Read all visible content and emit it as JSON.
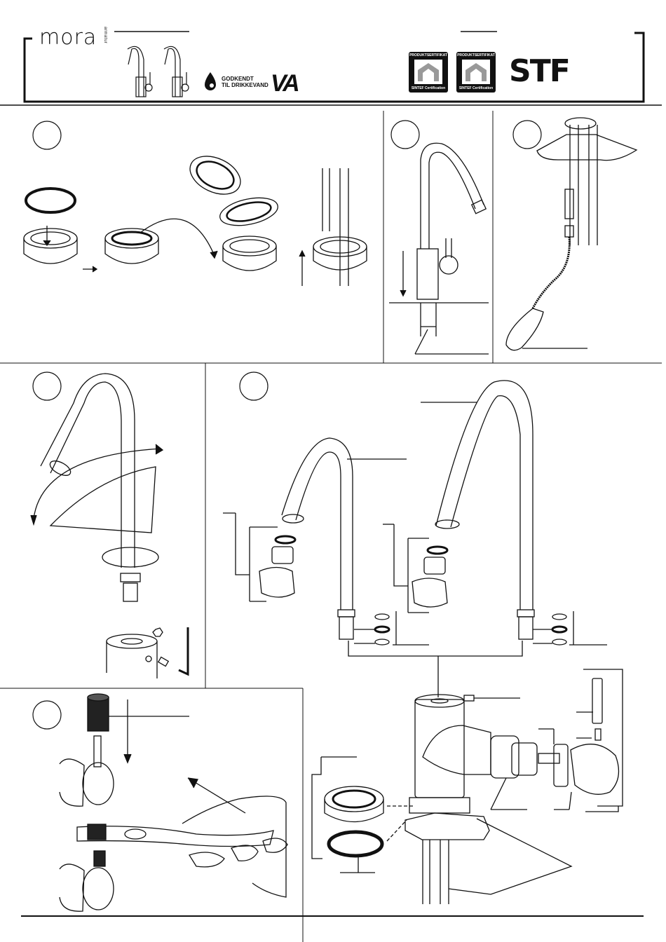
{
  "header": {
    "brand": "mora",
    "brand_sub": "armatur",
    "approval_line1": "GODKENDT",
    "approval_line2": "TIL DRIKKEVAND",
    "va_logo": "VA",
    "cert_top": "PRODUKTSERTIFIKAT",
    "cert_bottom": "SINTEF Certification",
    "stf_logo": "STF"
  },
  "icons": {
    "drop": "water-drop-icon",
    "house": "house-certificate-icon"
  }
}
